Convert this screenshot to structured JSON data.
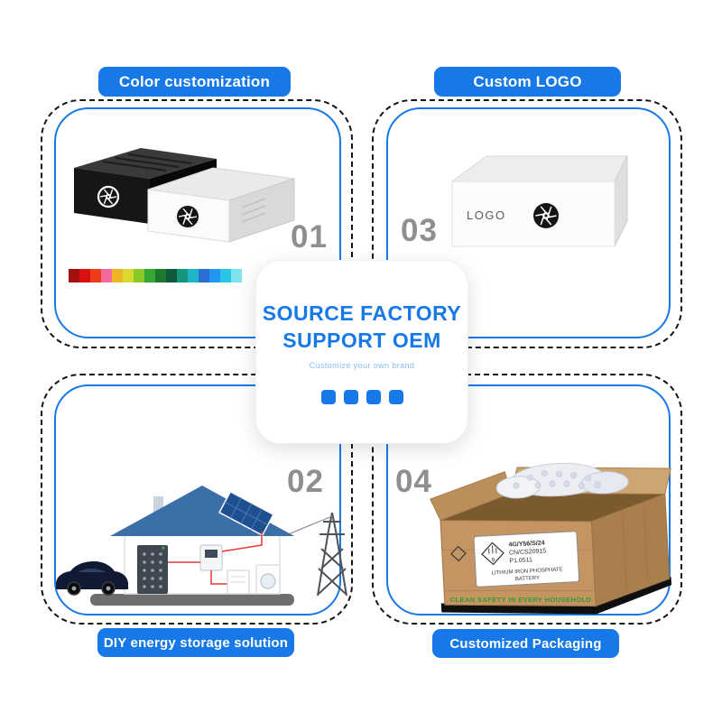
{
  "page": {
    "bg": "#ffffff",
    "accent": "#1779e8",
    "dash_color": "#141414",
    "number_color": "#8f8f8f"
  },
  "center_card": {
    "title_line1": "SOURCE FACTORY",
    "title_line2": "SUPPORT OEM",
    "subtitle": "Customize your own brand",
    "dots": 4
  },
  "sections": {
    "color": {
      "label": "Color customization",
      "number": "01"
    },
    "logo": {
      "label": "Custom LOGO",
      "number": "03"
    },
    "diy": {
      "label": "DIY energy storage solution",
      "number": "02"
    },
    "packaging": {
      "label": "Customized Packaging",
      "number": "04"
    }
  },
  "logo_box": {
    "logo_text": "LOGO"
  },
  "package": {
    "labels": [
      "4G/Y56/S/24",
      "CN/CS20915",
      "P1.0511",
      "LITHIUM IRON PHOSPHATE",
      "BATTERY"
    ],
    "hazard_class": "9",
    "slogan": "CLEAN SAFETY IN EVERY HOUSEHOLD"
  },
  "color_strip": [
    "#a50f0f",
    "#d81212",
    "#ee3b1c",
    "#f2699b",
    "#f0b429",
    "#d8d830",
    "#8ac926",
    "#34a832",
    "#1b7a2e",
    "#0e5a3a",
    "#18967d",
    "#1fb5c9",
    "#2a6fd4",
    "#2196f3",
    "#29c5e6",
    "#7fe3ef"
  ]
}
